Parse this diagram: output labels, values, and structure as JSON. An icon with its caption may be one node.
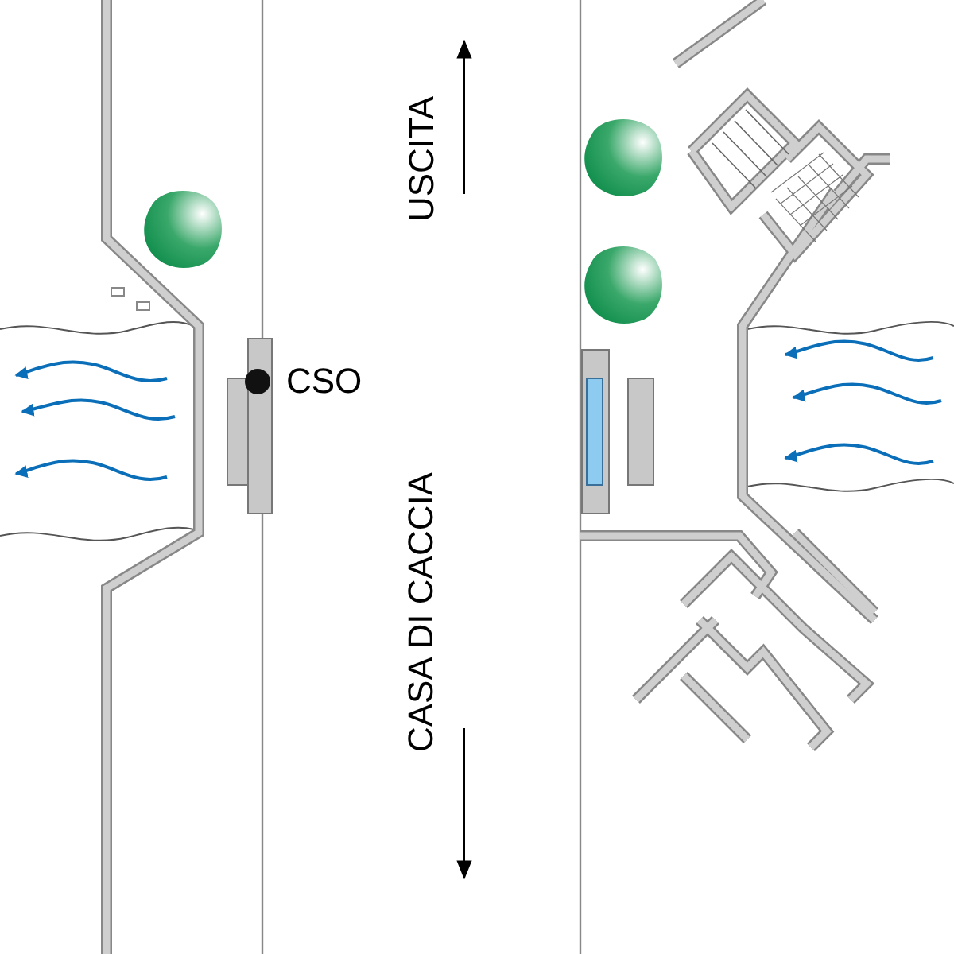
{
  "diagram": {
    "labels": [
      "USCITA",
      "CSO",
      "CASA DI CACCIA"
    ]
  }
}
